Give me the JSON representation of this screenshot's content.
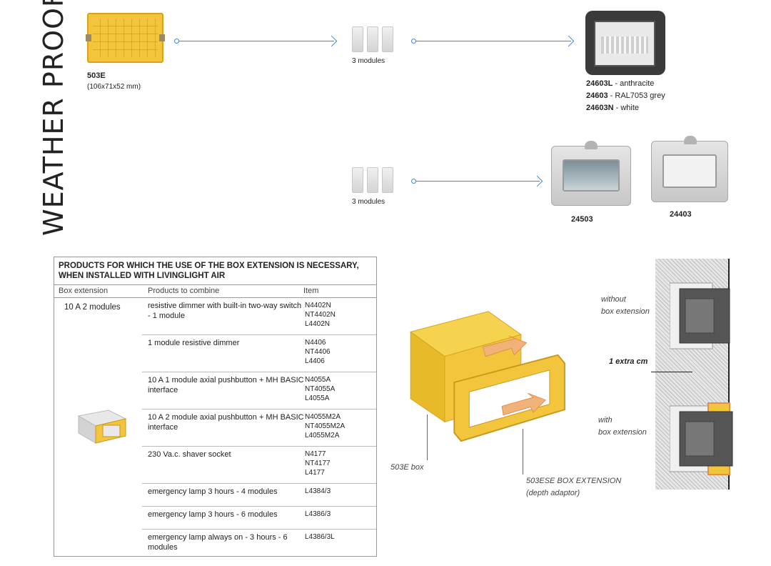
{
  "page": {
    "vertical_title": "WEATHER PROOF"
  },
  "top_row": {
    "box_code": "503E",
    "box_dims": "(106x71x52 mm)",
    "modules_label": "3 modules",
    "cover_products": [
      {
        "code": "24603L",
        "desc": " - anthracite"
      },
      {
        "code": "24603",
        "desc": " - RAL7053 grey"
      },
      {
        "code": "24603N",
        "desc": " - white"
      }
    ]
  },
  "second_row": {
    "modules_label": "3 modules",
    "box_a_code": "24503",
    "box_b_code": "24403"
  },
  "table": {
    "title_line1": "PRODUCTS FOR WHICH THE USE OF THE BOX EXTENSION IS NECESSARY,",
    "title_line2": "WHEN INSTALLED WITH LIVINGLIGHT AIR",
    "headers": {
      "col1": "Box extension",
      "col2": "Products to combine",
      "col3": "Item"
    },
    "category": "10 A 2 modules",
    "rows": [
      {
        "product": "resistive dimmer with built-in two-way switch - 1 module",
        "items": "N4402N\nNT4402N\nL4402N"
      },
      {
        "product": "1 module resistive dimmer",
        "items": "N4406\nNT4406\nL4406"
      },
      {
        "product": "10 A 1 module axial pushbutton + MH BASIC interface",
        "items": "N4055A\nNT4055A\nL4055A"
      },
      {
        "product": "10 A 2 module axial pushbutton + MH BASIC interface",
        "items": "N4055M2A\nNT4055M2A\nL4055M2A"
      },
      {
        "product": "230 Va.c. shaver socket",
        "items": "N4177\nNT4177\nL4177"
      },
      {
        "product": "emergency lamp 3 hours - 4 modules",
        "items": "L4384/3"
      },
      {
        "product": "emergency lamp 3 hours - 6 modules",
        "items": "L4386/3"
      },
      {
        "product": "emergency lamp always on - 3 hours - 6 modules",
        "items": "L4386/3L"
      }
    ]
  },
  "diagram": {
    "box_label": "503E box",
    "extension_label": "503ESE BOX EXTENSION",
    "extension_sub": "(depth adaptor)",
    "without_label_1": "without",
    "without_label_2": "box extension",
    "extra_label": "1 extra cm",
    "with_label_1": "with",
    "with_label_2": "box extension"
  },
  "colors": {
    "yellow": "#f2c53d",
    "arrow_blue": "#4a86c6",
    "anthracite": "#3a3a3a"
  }
}
